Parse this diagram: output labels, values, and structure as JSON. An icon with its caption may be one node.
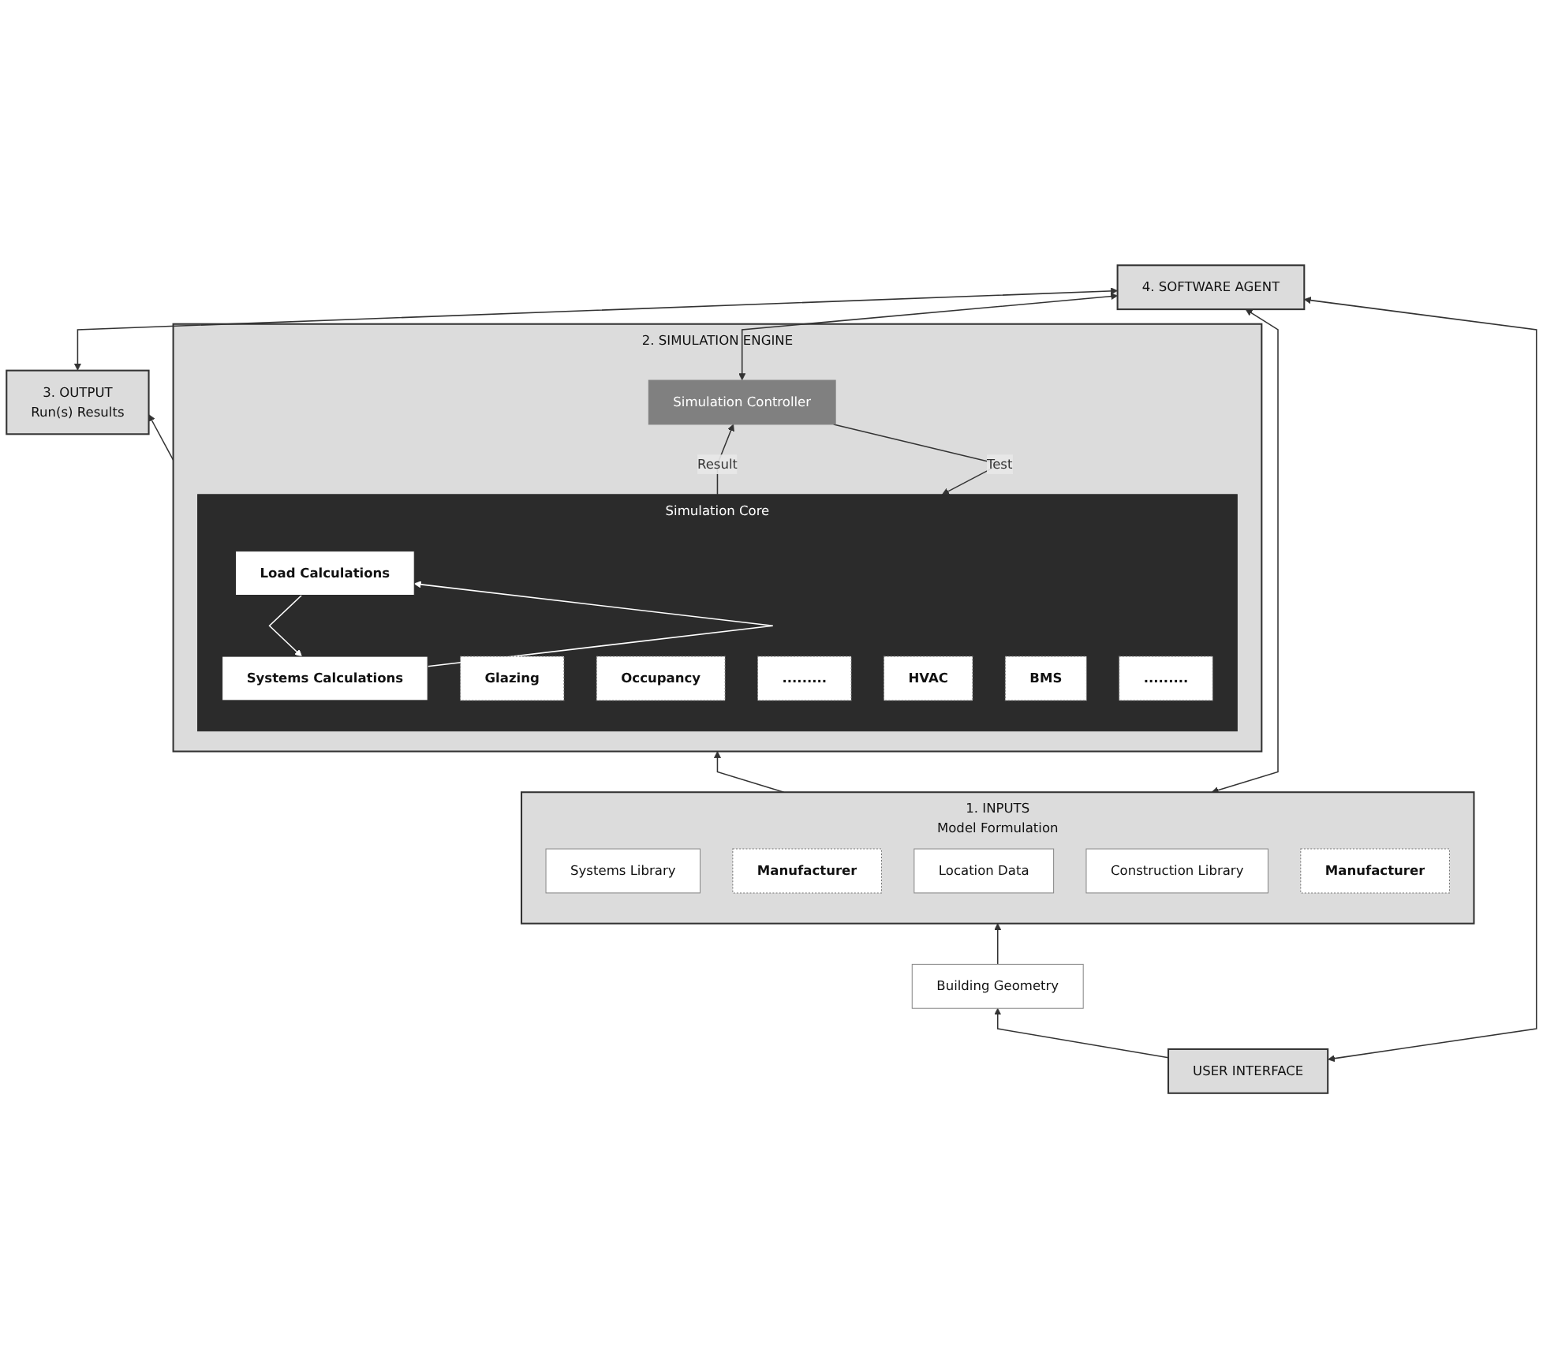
{
  "diagram": {
    "nodes": [
      {
        "text": [
          "3. OUTPUT",
          "Run(s) Results"
        ]
      },
      {
        "text": [
          "2. SIMULATION ENGINE"
        ]
      },
      {
        "text": [
          "Simulation Core"
        ],
        "in": 1
      },
      {
        "text": [
          "Glazing"
        ],
        "in": 2
      },
      {
        "text": [
          "Occupancy"
        ],
        "in": 2
      },
      {
        "text": [
          "........."
        ],
        "in": 2
      },
      {
        "text": [
          "Load Calculations"
        ],
        "in": 2
      },
      {
        "text": [
          "Systems Calculations"
        ],
        "in": 2
      },
      {
        "text": [
          "HVAC"
        ],
        "in": 2
      },
      {
        "text": [
          "BMS"
        ],
        "in": 2
      },
      {
        "text": [
          "........."
        ],
        "in": 2
      },
      {
        "text": [
          "Simulation Controller"
        ],
        "in": 1
      },
      {
        "text": [
          "1. INPUTS",
          "Model Formulation"
        ]
      },
      {
        "text": [
          "Systems Library"
        ],
        "in": 12
      },
      {
        "text": [
          "Manufacturer"
        ],
        "in": 12
      },
      {
        "text": [
          "Location Data"
        ],
        "in": 12
      },
      {
        "text": [
          "Construction Library"
        ],
        "in": 12
      },
      {
        "text": [
          "Manufacturer"
        ],
        "in": 12
      },
      {
        "text": [
          "Building Geometry"
        ]
      },
      {
        "text": [
          "USER INTERFACE"
        ]
      },
      {
        "text": [
          "4. SOFTWARE AGENT"
        ]
      }
    ],
    "edges": [
      {
        "from": 1,
        "to": 0,
        "arrow": "to"
      },
      {
        "from": 6,
        "to": 7,
        "arrow": "to",
        "color": "#ffffff"
      },
      {
        "from": 7,
        "to": 6,
        "arrow": "to",
        "color": "#ffffff"
      },
      {
        "from": 11,
        "to": 2,
        "label": "Test",
        "arrow": "to"
      },
      {
        "from": 2,
        "to": 11,
        "label": "Result",
        "arrow": "to"
      },
      {
        "from": 12,
        "to": 1,
        "arrow": "to"
      },
      {
        "from": 18,
        "to": 12,
        "arrow": "to"
      },
      {
        "from": 19,
        "to": 18,
        "arrow": "to"
      },
      {
        "from": 0,
        "to": 20,
        "arrow": "both"
      },
      {
        "from": 11,
        "to": 20,
        "arrow": "both"
      },
      {
        "from": 12,
        "to": 20,
        "arrow": "both"
      },
      {
        "from": 19,
        "to": 20,
        "arrow": "both"
      }
    ]
  }
}
